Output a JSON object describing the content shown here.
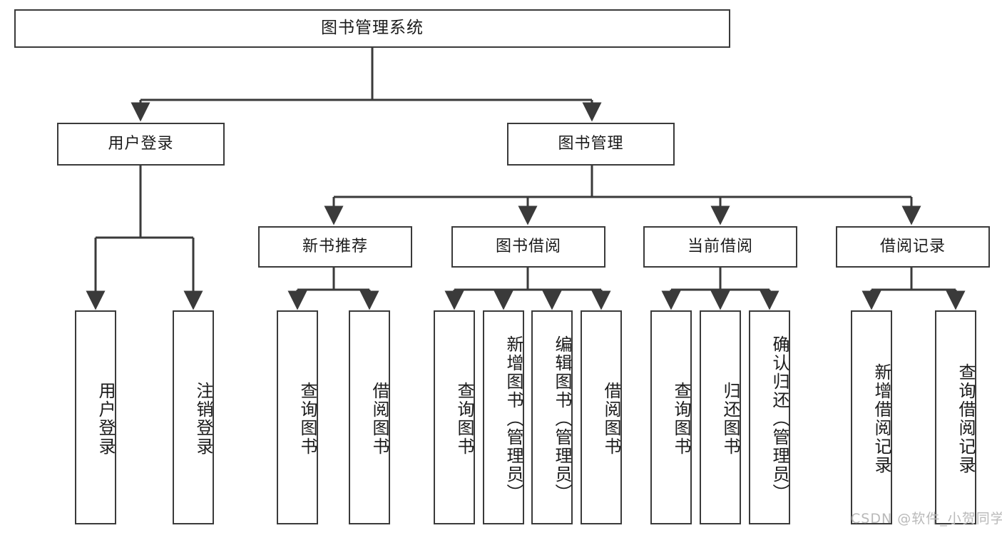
{
  "diagram": {
    "type": "tree-hierarchy-chart",
    "title": "图书管理系统",
    "stroke_color": "#3a3a3a",
    "background_color": "#ffffff",
    "text_color": "#1b1b1b",
    "root": {
      "label": "图书管理系统"
    },
    "level1": [
      {
        "label": "用户登录"
      },
      {
        "label": "图书管理"
      }
    ],
    "level2": [
      {
        "label": "新书推荐"
      },
      {
        "label": "图书借阅"
      },
      {
        "label": "当前借阅"
      },
      {
        "label": "借阅记录"
      }
    ],
    "leaves": {
      "user_login": [
        {
          "label": "用户登录"
        },
        {
          "label": "注销登录"
        }
      ],
      "new_book_recommend": [
        {
          "label": "查询图书"
        },
        {
          "label": "借阅图书"
        }
      ],
      "book_borrow": [
        {
          "label": "查询图书"
        },
        {
          "label": "新增图书（管理员）"
        },
        {
          "label": "编辑图书（管理员）"
        },
        {
          "label": "借阅图书"
        }
      ],
      "current_borrow": [
        {
          "label": "查询图书"
        },
        {
          "label": "归还图书"
        },
        {
          "label": "确认归还（管理员）"
        }
      ],
      "borrow_record": [
        {
          "label": "新增借阅记录"
        },
        {
          "label": "查询借阅记录"
        }
      ]
    }
  },
  "watermark": {
    "text": "CSDN @软件_小贺同学"
  }
}
